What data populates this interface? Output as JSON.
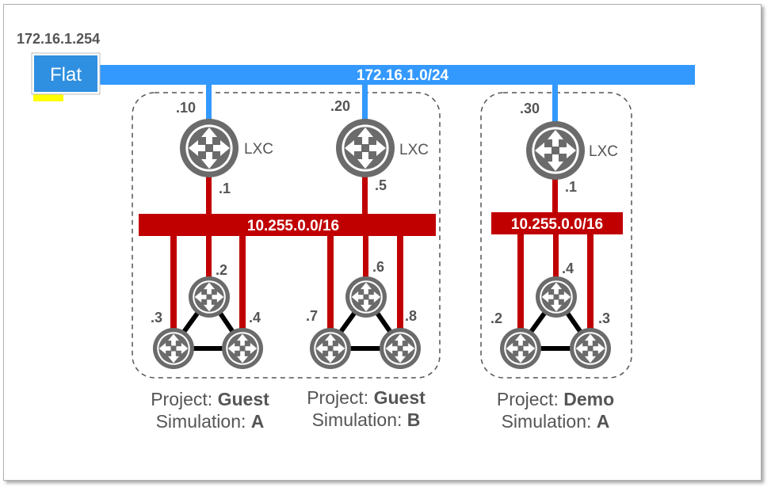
{
  "gateway_ip": "172.16.1.254",
  "flat_label": "Flat",
  "flat_subnet": "172.16.1.0/24",
  "lxc_label": "LXC",
  "captions": {
    "project_prefix": "Project: ",
    "simulation_prefix": "Simulation: "
  },
  "groups": [
    {
      "lxc_flat_ip": ".10",
      "lxc_mgmt_ip": ".1",
      "mgmt_subnet": "10.255.0.0/16",
      "nodes": {
        "top": ".2",
        "left": ".3",
        "right": ".4"
      },
      "project": "Guest",
      "simulation": "A"
    },
    {
      "lxc_flat_ip": ".20",
      "lxc_mgmt_ip": ".5",
      "mgmt_subnet": "",
      "nodes": {
        "top": ".6",
        "left": ".7",
        "right": ".8"
      },
      "project": "Guest",
      "simulation": "B"
    },
    {
      "lxc_flat_ip": ".30",
      "lxc_mgmt_ip": ".1",
      "mgmt_subnet": "10.255.0.0/16",
      "nodes": {
        "top": ".4",
        "left": ".2",
        "right": ".3"
      },
      "project": "Demo",
      "simulation": "A"
    }
  ],
  "colors": {
    "flat_bus": "#3399ff",
    "mgmt_bus": "#c00000",
    "router": "#6b6b6b",
    "link": "#000000",
    "flat_box": "#2f8fe0",
    "flat_box_accent": "#ffff00"
  }
}
